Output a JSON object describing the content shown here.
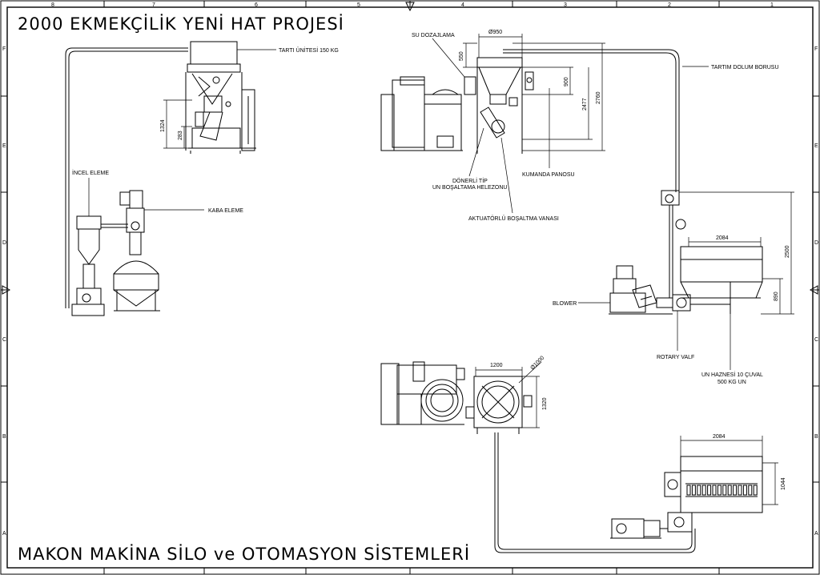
{
  "drawing": {
    "title": "2000 EKMEKÇİLİK YENİ HAT PROJESİ",
    "footer": "MAKON MAKİNA SİLO ve OTOMASYON SİSTEMLERİ"
  },
  "frame": {
    "top_numbers": [
      "8",
      "7",
      "6",
      "5",
      "4",
      "3",
      "2",
      "1"
    ],
    "side_letters": [
      "F",
      "E",
      "D",
      "C",
      "B",
      "A"
    ]
  },
  "labels": {
    "tarti_unitesi": "TARTI ÜNİTESİ 150 KG",
    "su_dozajlama": "SU DOZAJLAMA",
    "tartim_dolum_borusu": "TARTIM DOLUM BORUSU",
    "donerli_tip_1": "DÖNERLİ TİP",
    "donerli_tip_2": "UN BOŞALTAMA HELEZONU",
    "kumanda_panosu": "KUMANDA PANOSU",
    "aktuatorlu": "AKTUATÖRLÜ BOŞALTMA VANASI",
    "incel_eleme": "İNCEL ELEME",
    "kaba_eleme": "KABA ELEME",
    "blower": "BLOWER",
    "rotary_valf": "ROTARY VALF",
    "un_haznesi_1": "UN HAZNESİ 10 ÇUVAL",
    "un_haznesi_2": "500 KG UN"
  },
  "dimensions": {
    "d1324": "1324",
    "d283": "283",
    "d550": "550",
    "d950": "Ø950",
    "d900": "900",
    "d2477": "2477",
    "d2760": "2760",
    "d2084a": "2084",
    "d2500": "2500",
    "d890": "890",
    "d1200": "1200",
    "d1000": "Ø1000",
    "d1320": "1320",
    "d2084b": "2084",
    "d1044": "1044"
  }
}
